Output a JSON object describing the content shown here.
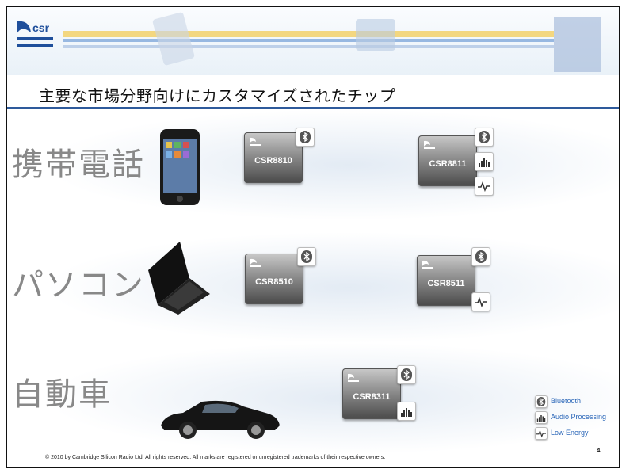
{
  "header": {
    "logo_text": "csr"
  },
  "title": "主要な市場分野向けにカスタマイズされたチップ",
  "categories": [
    {
      "label": "携帯電話",
      "chips": [
        "CSR8810",
        "CSR8811"
      ]
    },
    {
      "label": "パソコン",
      "chips": [
        "CSR8510",
        "CSR8511"
      ]
    },
    {
      "label": "自動車",
      "chips": [
        "CSR8311"
      ]
    }
  ],
  "legend": [
    {
      "icon": "bluetooth-icon",
      "label": "Bluetooth"
    },
    {
      "icon": "audio-processing-icon",
      "label": "Audio Processing"
    },
    {
      "icon": "low-energy-icon",
      "label": "Low Energy"
    }
  ],
  "footer": "© 2010 by Cambridge Silicon Radio Ltd. All rights reserved. All marks are registered or unregistered trademarks of their respective owners.",
  "page_number": "4",
  "colors": {
    "accent": "#2e5a9b",
    "legend_text": "#2a66b8",
    "category_text": "#888888"
  }
}
